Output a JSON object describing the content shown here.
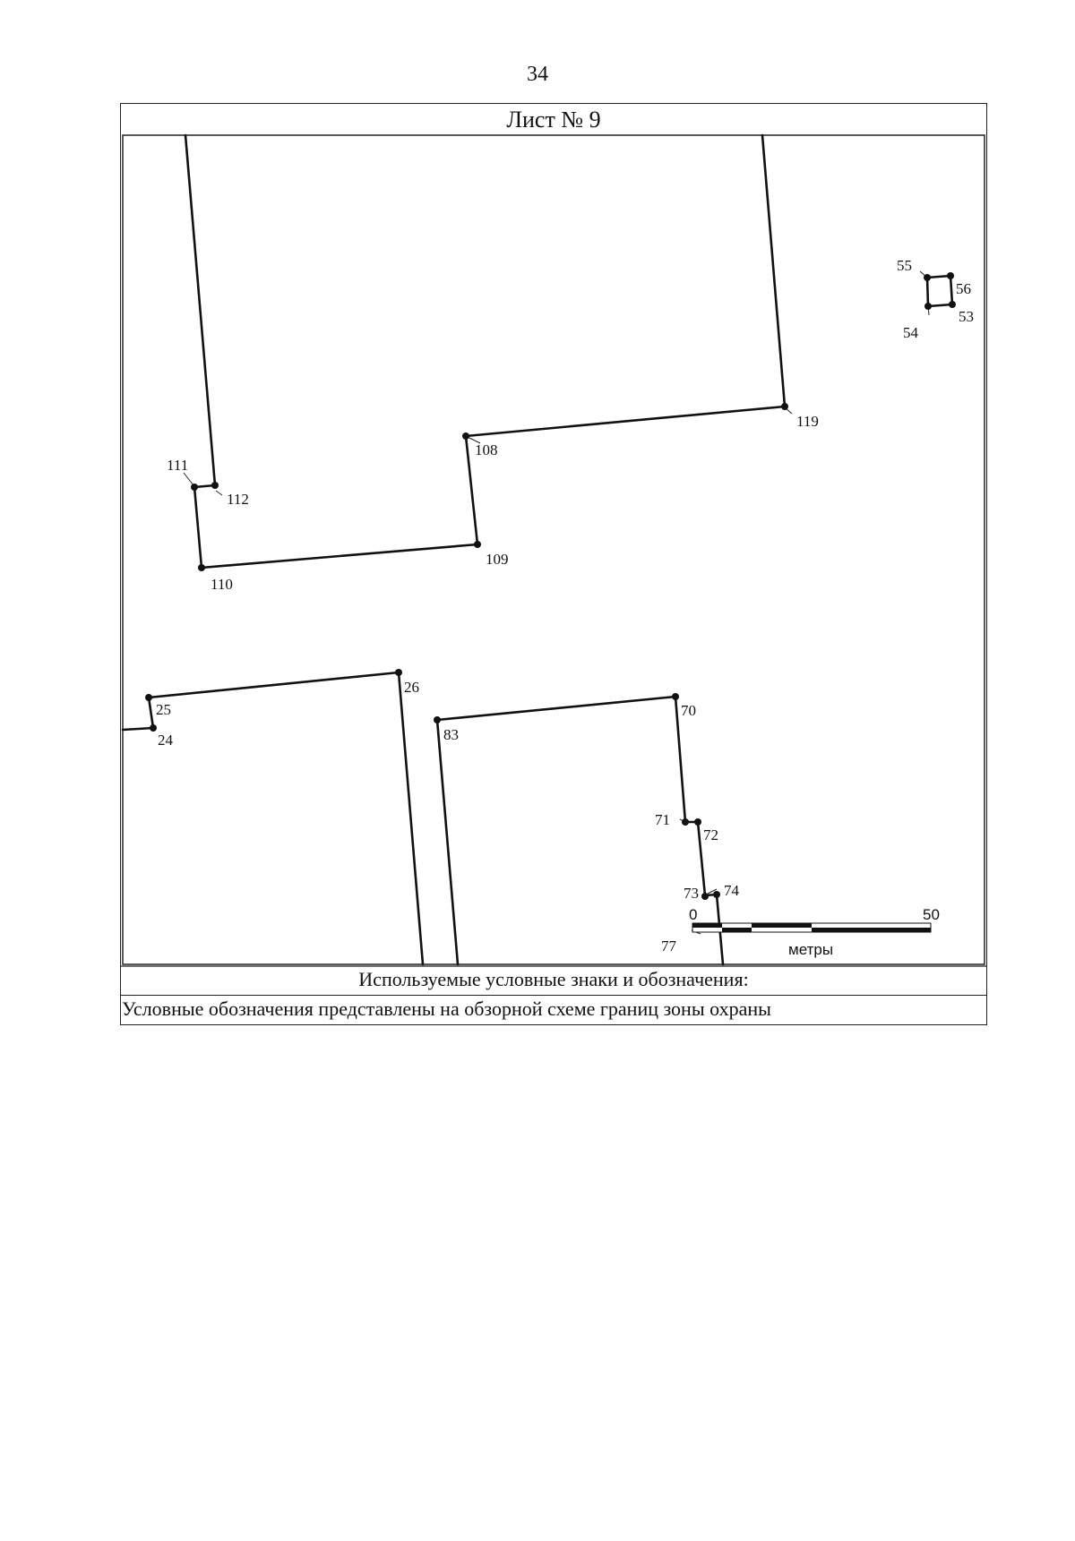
{
  "page": {
    "number": "34",
    "sheet_title": "Лист № 9"
  },
  "legend": {
    "title": "Используемые условные знаки и обозначения:",
    "text": "Условные обозначения представлены на обзорной схеме границ зоны охраны"
  },
  "scale_bar": {
    "start_label": "0",
    "end_label": "50",
    "unit": "метры"
  },
  "points": [
    {
      "id": "24",
      "label": "24"
    },
    {
      "id": "25",
      "label": "25"
    },
    {
      "id": "26",
      "label": "26"
    },
    {
      "id": "53",
      "label": "53"
    },
    {
      "id": "54",
      "label": "54"
    },
    {
      "id": "55",
      "label": "55"
    },
    {
      "id": "56",
      "label": "56"
    },
    {
      "id": "70",
      "label": "70"
    },
    {
      "id": "71",
      "label": "71"
    },
    {
      "id": "72",
      "label": "72"
    },
    {
      "id": "73",
      "label": "73"
    },
    {
      "id": "74",
      "label": "74"
    },
    {
      "id": "77",
      "label": "77"
    },
    {
      "id": "83",
      "label": "83"
    },
    {
      "id": "108",
      "label": "108"
    },
    {
      "id": "109",
      "label": "109"
    },
    {
      "id": "110",
      "label": "110"
    },
    {
      "id": "111",
      "label": "111"
    },
    {
      "id": "112",
      "label": "112"
    },
    {
      "id": "119",
      "label": "119"
    }
  ]
}
